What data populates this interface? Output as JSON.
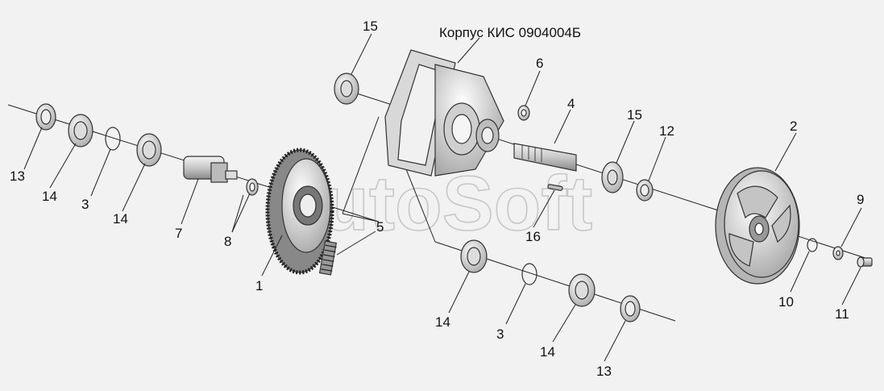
{
  "title": "Корпус КИС 0904004Б",
  "watermark": "AutoSoft",
  "callouts": {
    "c13a": "13",
    "c14a": "14",
    "c3a": "3",
    "c14b": "14",
    "c7": "7",
    "c8": "8",
    "c1": "1",
    "c5": "5",
    "c15a": "15",
    "c6": "6",
    "c4": "4",
    "c15b": "15",
    "c12": "12",
    "c16": "16",
    "c2": "2",
    "c9": "9",
    "c10": "10",
    "c11": "11",
    "c14c": "14",
    "c3b": "3",
    "c14d": "14",
    "c13b": "13"
  }
}
